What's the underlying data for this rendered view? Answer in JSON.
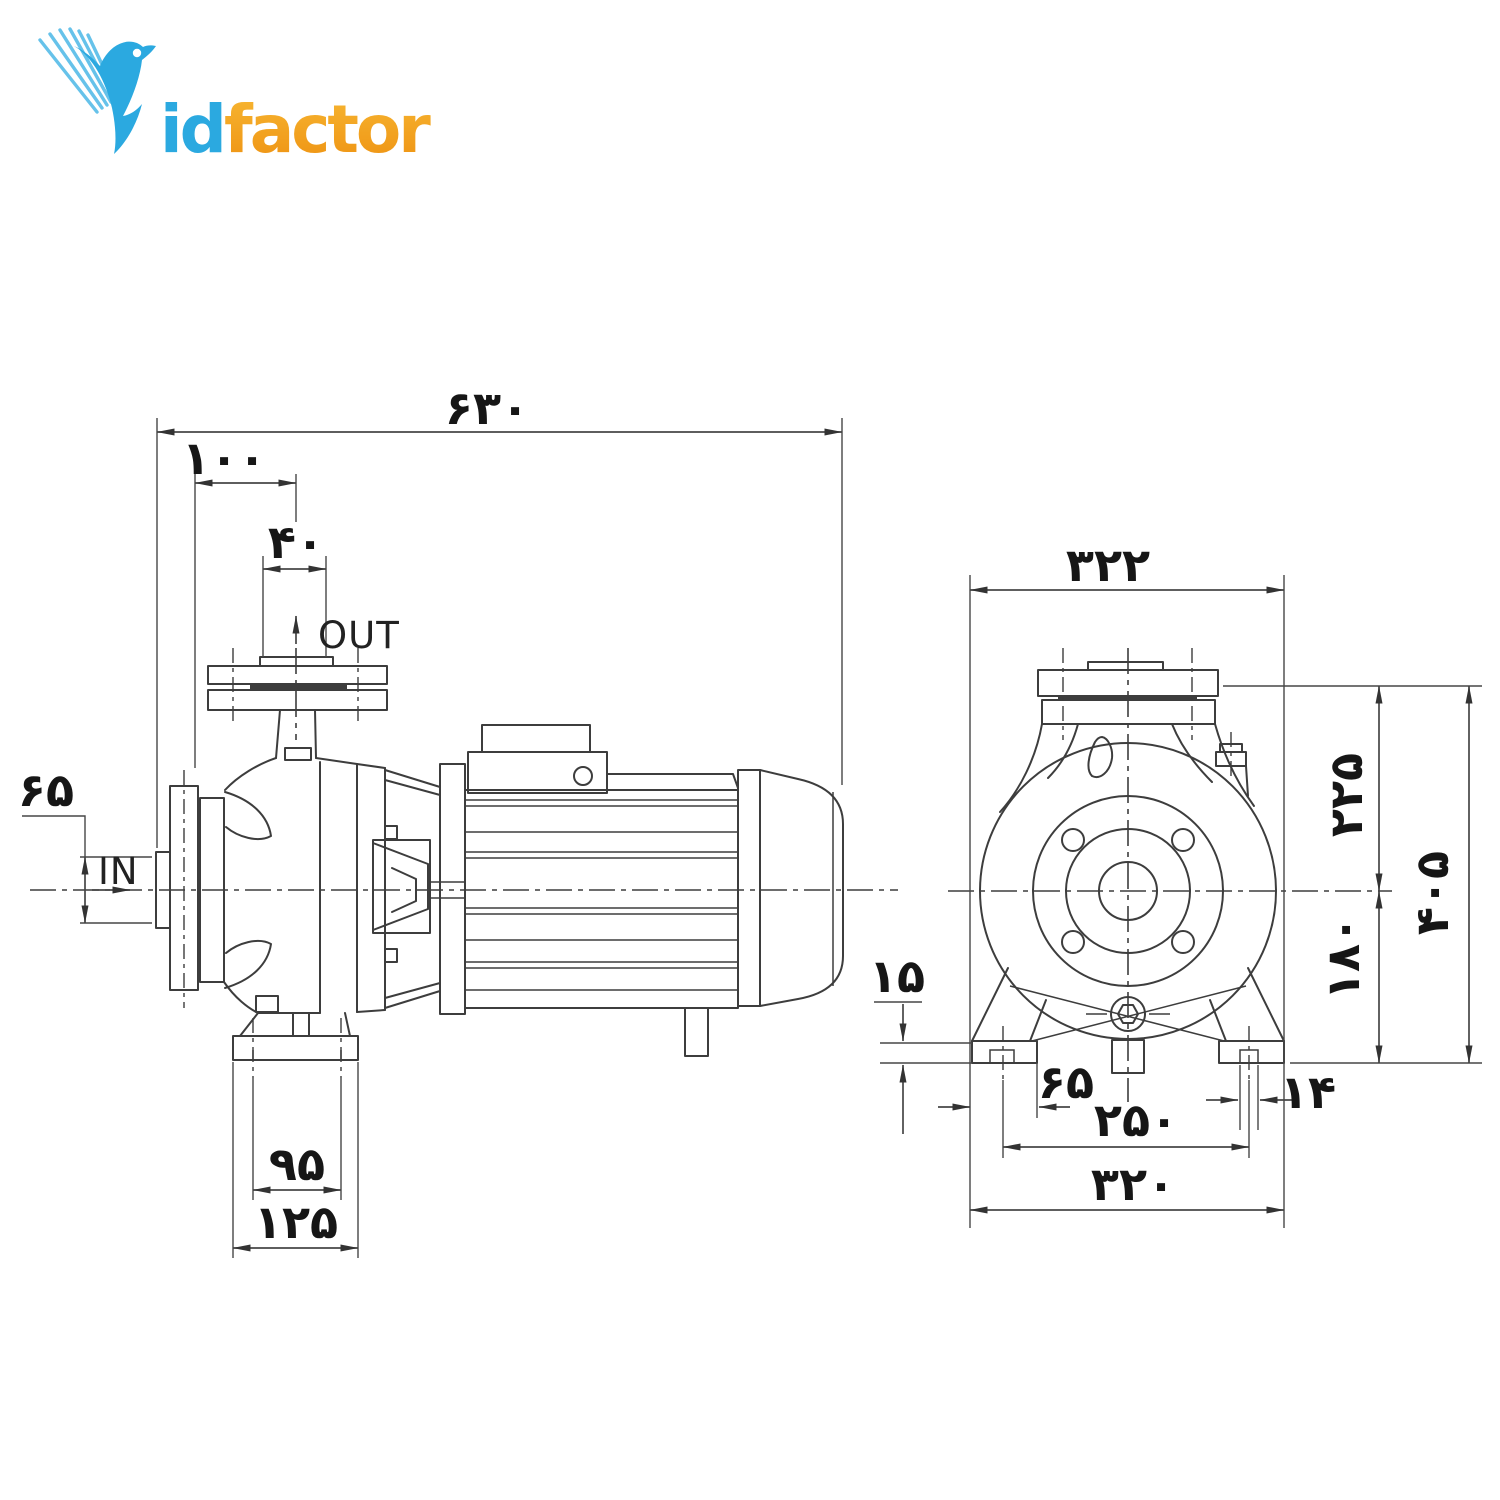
{
  "page": {
    "background": "#ffffff"
  },
  "logo": {
    "icon": "bird-feather-logo-icon",
    "text_blue": "id",
    "text_orange": "factor",
    "color_blue": "#2BA9E0",
    "color_orange_top": "#F7B733",
    "color_orange_bottom": "#EE9111"
  },
  "drawing": {
    "line_color": "#3d3d3d",
    "views": {
      "side": {
        "port_labels": {
          "out": "OUT",
          "in": "IN"
        },
        "dims": {
          "overall_length": "۶۳۰",
          "inlet_face_to_outlet_axis": "۱۰۰",
          "outlet_size": "۴۰",
          "inlet_size": "۶۵",
          "foot_bolt_span": "۹۵",
          "foot_base_width": "۱۲۵"
        }
      },
      "front": {
        "dims": {
          "body_width": "۳۲۲",
          "axis_to_outlet_top": "۲۲۵",
          "overall_height": "۴۰۵",
          "axis_to_base": "۱۸۰",
          "foot_pad_thickness": "۱۵",
          "foot_pad_width": "۶۵",
          "anchor_bolt_spacing": "۲۵۰",
          "anchor_bolt_hole": "۱۴",
          "base_overall_width": "۳۲۰"
        }
      }
    }
  }
}
